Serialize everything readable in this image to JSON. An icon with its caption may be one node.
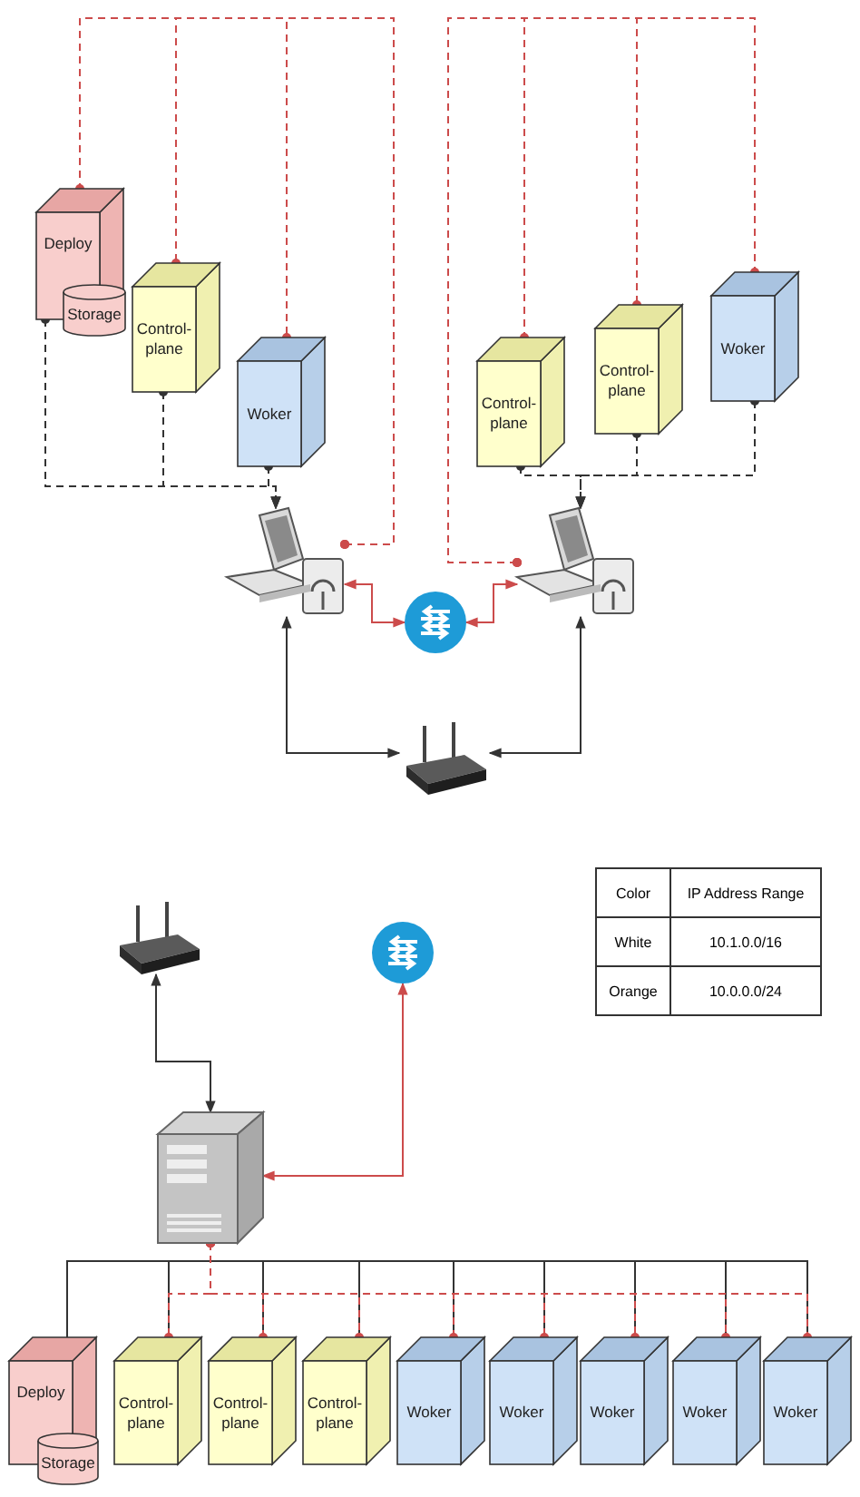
{
  "diagram": {
    "nodes": [
      {
        "text": [
          "Deploy"
        ]
      },
      {
        "text": [
          "Storage"
        ]
      },
      {
        "text": [
          "Control-plane"
        ]
      },
      {
        "text": [
          "Woker"
        ]
      },
      {
        "text": [],
        "shape": "picture"
      },
      {
        "text": [
          "Control-plane"
        ]
      },
      {
        "text": [
          "Control-plane"
        ]
      },
      {
        "text": [
          "Woker"
        ]
      },
      {
        "text": [],
        "shape": "picture"
      },
      {
        "text": [],
        "shape": "circle"
      },
      {
        "text": [],
        "shape": "picture"
      },
      {
        "text": [],
        "shape": "picture"
      },
      {
        "text": [],
        "shape": "circle"
      },
      {
        "text": [],
        "shape": "picture"
      },
      {
        "text": [
          "Deploy"
        ]
      },
      {
        "text": [
          "Storage"
        ]
      },
      {
        "text": [
          "Control-plane"
        ]
      },
      {
        "text": [
          "Control-plane"
        ]
      },
      {
        "text": [
          "Control-plane"
        ]
      },
      {
        "text": [
          "Woker"
        ]
      },
      {
        "text": [
          "Woker"
        ]
      },
      {
        "text": [
          "Woker"
        ]
      },
      {
        "text": [
          "Woker"
        ]
      },
      {
        "text": [
          "Woker"
        ]
      }
    ],
    "edges": [
      {
        "from": 0,
        "to": 4,
        "arrow": "to",
        "style": "dashed"
      },
      {
        "from": 2,
        "to": 4,
        "arrow": "to",
        "style": "dashed"
      },
      {
        "from": 3,
        "to": 4,
        "arrow": "to",
        "style": "dashed"
      },
      {
        "from": 4,
        "to": 0,
        "arrow": "other",
        "style": "dashed",
        "color": "#cc4b4b"
      },
      {
        "from": 4,
        "to": 2,
        "arrow": "other",
        "style": "dashed",
        "color": "#cc4b4b"
      },
      {
        "from": 4,
        "to": 3,
        "arrow": "other",
        "style": "dashed",
        "color": "#cc4b4b"
      },
      {
        "from": 4,
        "to": 9,
        "arrow": "both",
        "color": "#cc4b4b"
      },
      {
        "from": 9,
        "to": 8,
        "arrow": "both",
        "color": "#cc4b4b"
      },
      {
        "from": 4,
        "to": 10,
        "arrow": "both"
      },
      {
        "from": 8,
        "to": 10,
        "arrow": "both"
      },
      {
        "from": 8,
        "to": 5,
        "arrow": "other",
        "style": "dashed",
        "color": "#cc4b4b"
      },
      {
        "from": 8,
        "to": 6,
        "arrow": "other",
        "style": "dashed",
        "color": "#cc4b4b"
      },
      {
        "from": 8,
        "to": 7,
        "arrow": "other",
        "style": "dashed",
        "color": "#cc4b4b"
      },
      {
        "from": 5,
        "to": 8,
        "arrow": "to",
        "style": "dashed"
      },
      {
        "from": 6,
        "to": 8,
        "arrow": "to",
        "style": "dashed"
      },
      {
        "from": 7,
        "to": 8,
        "arrow": "to",
        "style": "dashed"
      },
      {
        "from": 11,
        "to": 13,
        "arrow": "both"
      },
      {
        "from": 12,
        "to": 13,
        "arrow": "both",
        "color": "#cc4b4b"
      },
      {
        "from": 14,
        "to": 16,
        "arrow": "none"
      },
      {
        "from": 14,
        "to": 17,
        "arrow": "none"
      },
      {
        "from": 14,
        "to": 18,
        "arrow": "none"
      },
      {
        "from": 14,
        "to": 19,
        "arrow": "none"
      },
      {
        "from": 14,
        "to": 20,
        "arrow": "none"
      },
      {
        "from": 14,
        "to": 21,
        "arrow": "none"
      },
      {
        "from": 14,
        "to": 22,
        "arrow": "none"
      },
      {
        "from": 14,
        "to": 23,
        "arrow": "none"
      },
      {
        "from": 13,
        "to": 16,
        "arrow": "other",
        "style": "dashed",
        "color": "#cc4b4b"
      },
      {
        "from": 13,
        "to": 17,
        "arrow": "other",
        "style": "dashed",
        "color": "#cc4b4b"
      },
      {
        "from": 13,
        "to": 18,
        "arrow": "other",
        "style": "dashed",
        "color": "#cc4b4b"
      },
      {
        "from": 13,
        "to": 19,
        "arrow": "other",
        "style": "dashed",
        "color": "#cc4b4b"
      },
      {
        "from": 13,
        "to": 20,
        "arrow": "other",
        "style": "dashed",
        "color": "#cc4b4b"
      },
      {
        "from": 13,
        "to": 21,
        "arrow": "other",
        "style": "dashed",
        "color": "#cc4b4b"
      },
      {
        "from": 13,
        "to": 22,
        "arrow": "other",
        "style": "dashed",
        "color": "#cc4b4b"
      },
      {
        "from": 13,
        "to": 23,
        "arrow": "other",
        "style": "dashed",
        "color": "#cc4b4b"
      }
    ],
    "labels": [
      "Color",
      "IP Address Range",
      "White",
      "10.1.0.0/16",
      "Orange",
      "10.0.0.0/24"
    ]
  }
}
